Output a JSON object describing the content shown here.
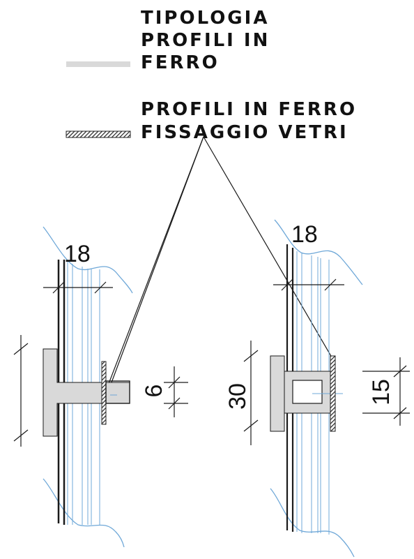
{
  "legend": {
    "profiles_title": [
      "TIPOLOGIA",
      "PROFILI IN",
      "FERRO"
    ],
    "fixing_title": [
      "PROFILI IN FERRO",
      "FISSAGGIO VETRI"
    ]
  },
  "detail_left": {
    "glass_thickness": "18",
    "profile_thickness": "6"
  },
  "detail_right": {
    "glass_thickness": "18",
    "profile_height": "30",
    "tube_size": "15"
  },
  "colors": {
    "glass_edge": "#6fa8d8",
    "profile_fill": "#d9d9d9",
    "ink": "#1a1a1a"
  }
}
